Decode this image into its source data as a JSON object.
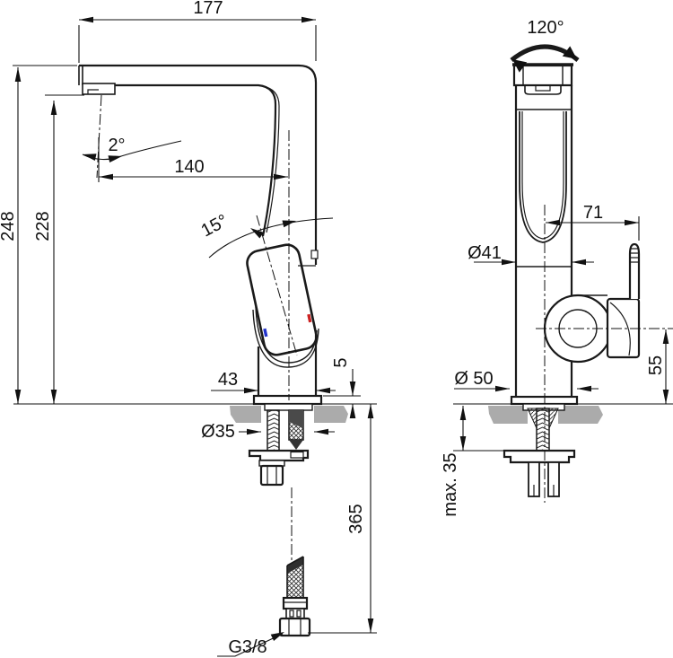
{
  "drawing": {
    "side_view": {
      "dim_width_overall": "177",
      "dim_height_overall": "248",
      "dim_height_outlet": "228",
      "dim_outlet_angle": "2°",
      "dim_reach_outlet_to_axis": "140",
      "dim_handle_angle": "15°",
      "dim_body_width": "43",
      "dim_base_plate": "5",
      "dim_hole": "Ø35",
      "dim_hose_length": "365",
      "dim_thread": "G3/8"
    },
    "front_view": {
      "dim_swivel": "120°",
      "dim_handle_offset": "71",
      "dim_body_dia": "Ø41",
      "dim_base_dia": "Ø 50",
      "dim_handle_center_height": "55",
      "dim_deck_thickness": "max. 35"
    },
    "colors": {
      "line": "#1a1a1a",
      "dimension": "#111111",
      "countertop": "#ababab",
      "hot_marker": "#cc2222",
      "cold_marker": "#2233cc"
    }
  }
}
